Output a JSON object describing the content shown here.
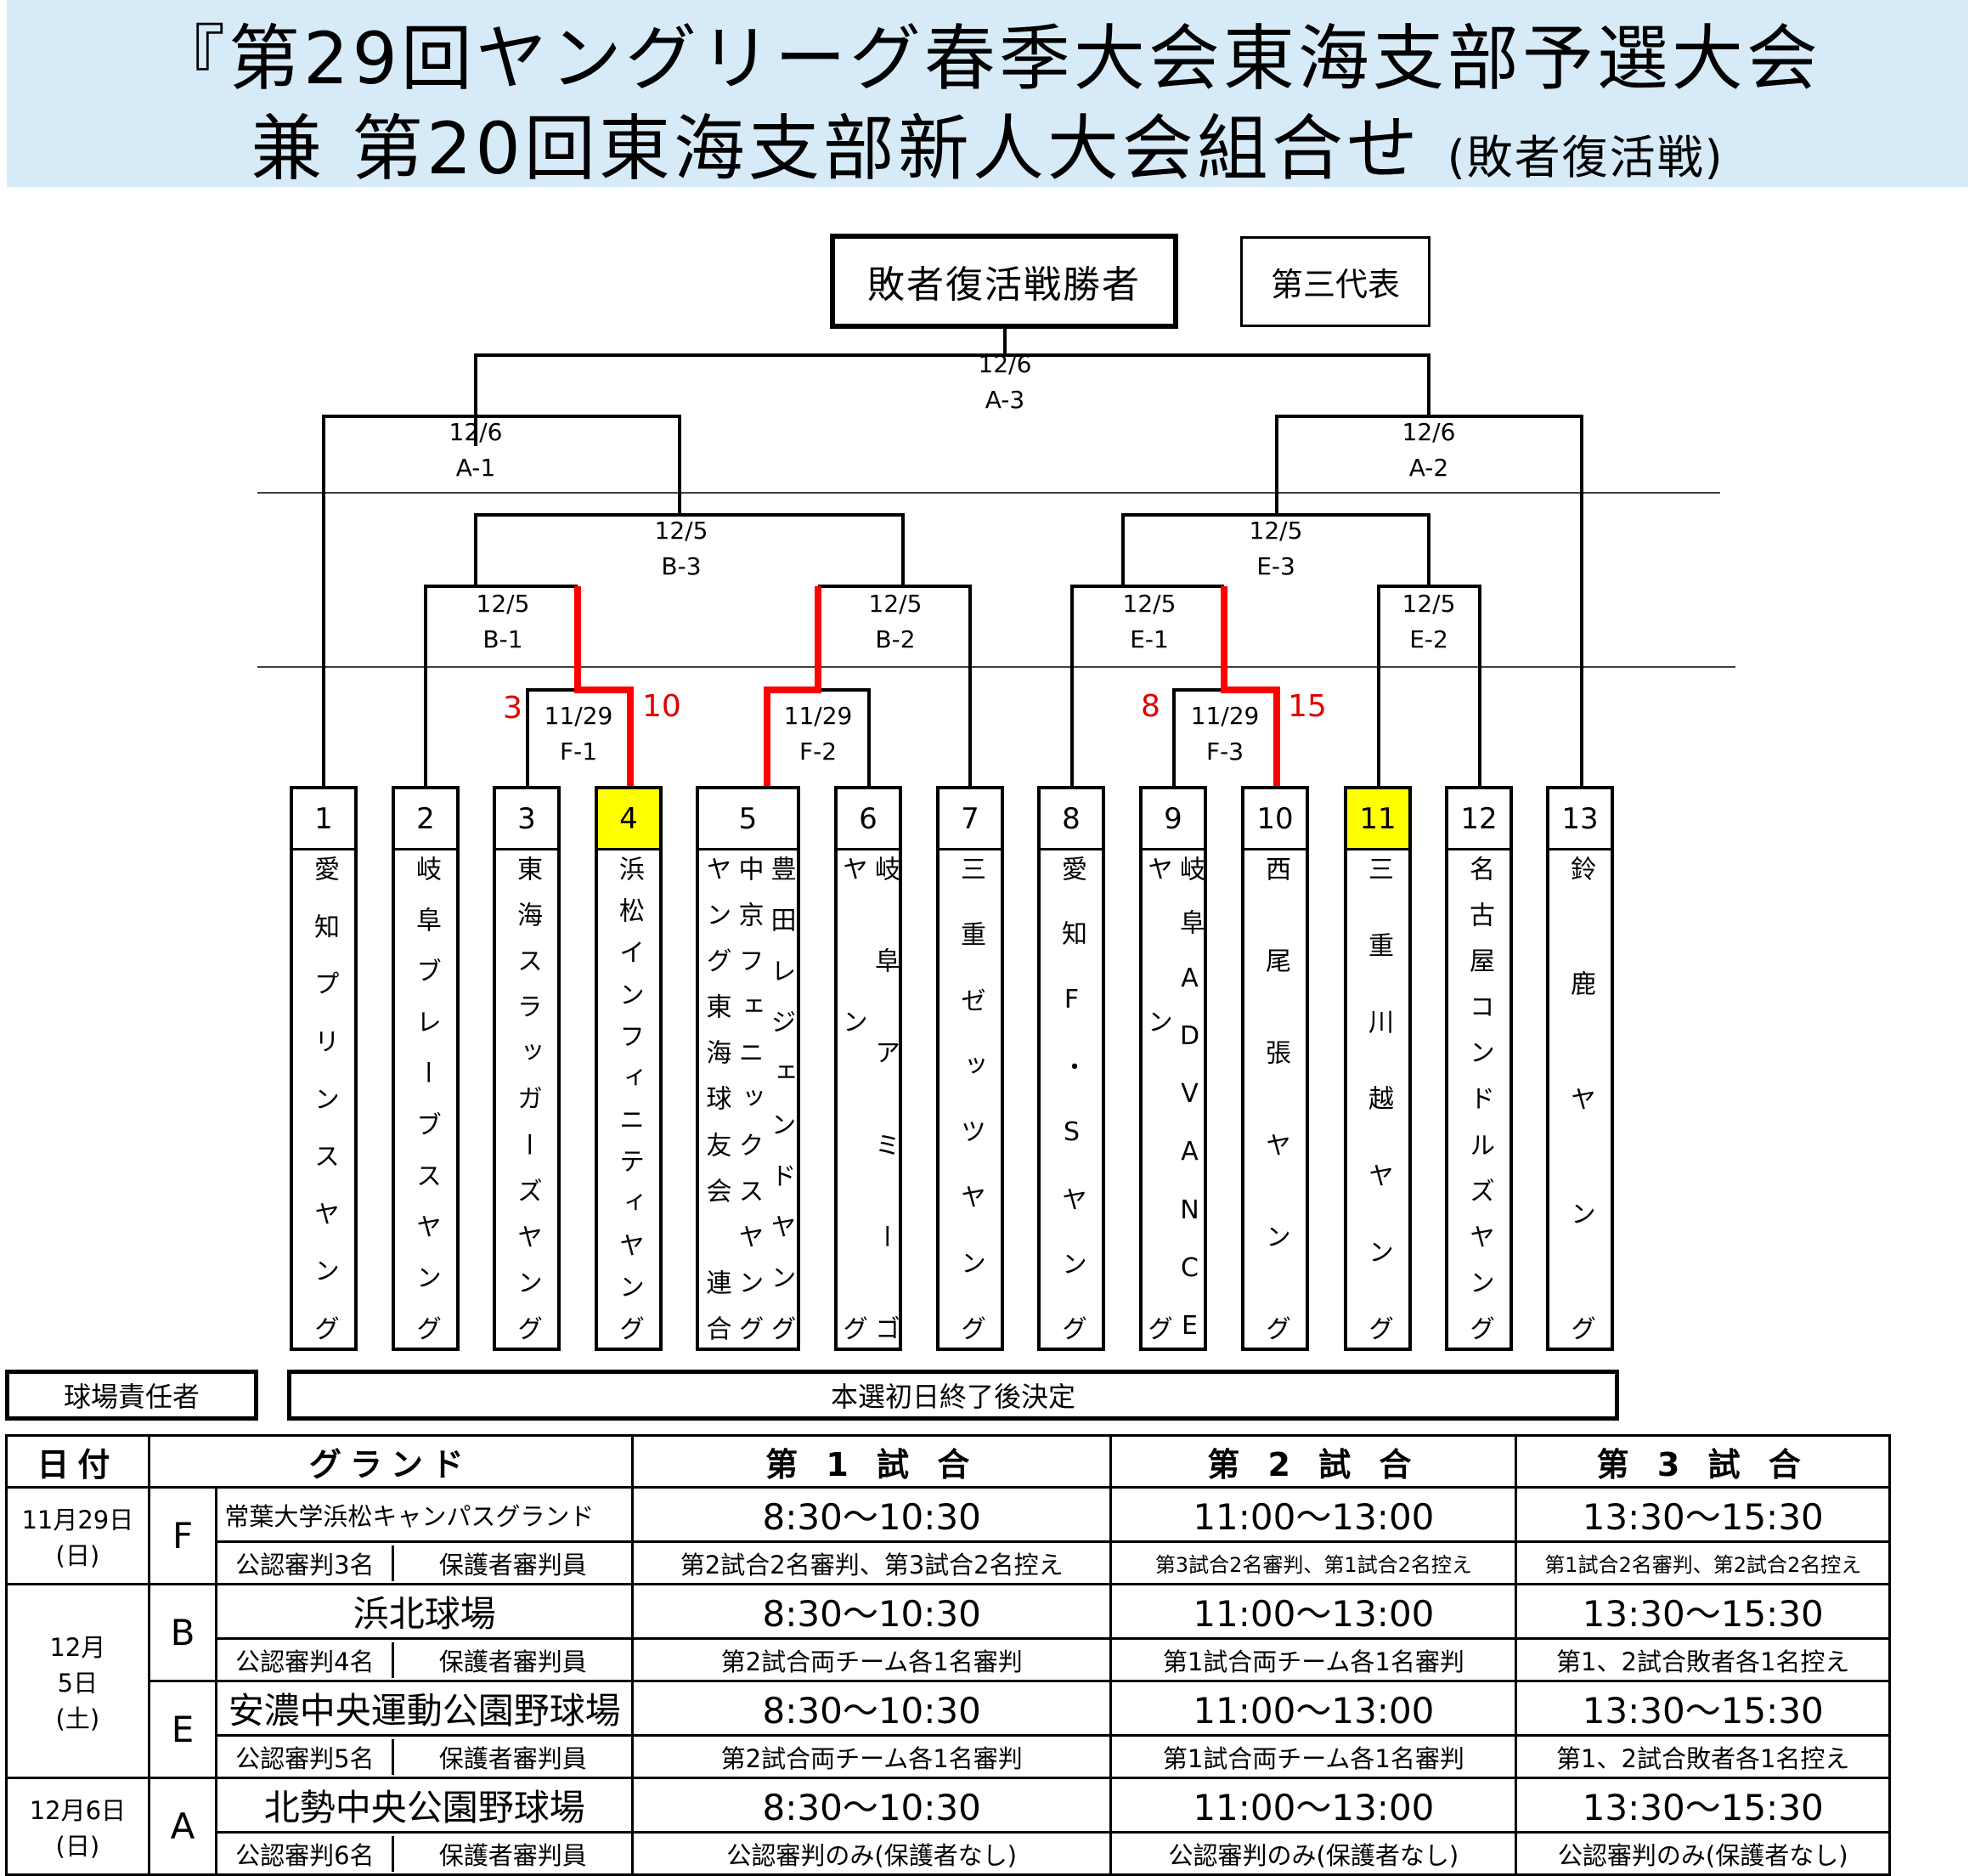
{
  "title": {
    "line1": "『第29回ヤングリーグ春季大会東海支部予選大会",
    "line2": "兼 第20回東海支部新人大会組合せ",
    "line2_note": "(敗者復活戦)"
  },
  "bracket": {
    "winner_label": "敗者復活戦勝者",
    "third_label": "第三代表",
    "rounds": {
      "a3": [
        "12/6",
        "A-3"
      ],
      "a1": [
        "12/6",
        "A-1"
      ],
      "a2": [
        "12/6",
        "A-2"
      ],
      "b3": [
        "12/5",
        "B-3"
      ],
      "e3": [
        "12/5",
        "E-3"
      ],
      "b1": [
        "12/5",
        "B-1"
      ],
      "b2": [
        "12/5",
        "B-2"
      ],
      "e1": [
        "12/5",
        "E-1"
      ],
      "e2": [
        "12/5",
        "E-2"
      ],
      "f1": [
        "11/29",
        "F-1"
      ],
      "f2": [
        "11/29",
        "F-2"
      ],
      "f3": [
        "11/29",
        "F-3"
      ]
    },
    "scores": {
      "f1_left": "3",
      "f1_right": "10",
      "f3_left": "8",
      "f3_right": "15"
    },
    "teams": [
      {
        "num": "1",
        "cols": [
          "愛知プリンスヤング"
        ]
      },
      {
        "num": "2",
        "cols": [
          "岐阜ブレーブスヤング"
        ]
      },
      {
        "num": "3",
        "cols": [
          "東海スラッガーズヤング"
        ]
      },
      {
        "num": "4",
        "cols": [
          "浜松インフィニティヤング"
        ]
      },
      {
        "num": "5",
        "cols": [
          "豊田レジェンドヤング",
          "中京フェニックスヤング",
          "ヤング東海球友会 連合"
        ]
      },
      {
        "num": "6",
        "cols": [
          "岐阜アミーゴ",
          "ヤン グ"
        ]
      },
      {
        "num": "7",
        "cols": [
          "三重ゼッツヤング"
        ]
      },
      {
        "num": "8",
        "cols": [
          "愛知F・Sヤング"
        ]
      },
      {
        "num": "9",
        "cols": [
          "岐阜ADVANCE",
          "ヤン グ"
        ]
      },
      {
        "num": "10",
        "cols": [
          "西尾張ヤング"
        ]
      },
      {
        "num": "11",
        "cols": [
          "三重川越ヤング"
        ]
      },
      {
        "num": "12",
        "cols": [
          "名古屋コンドルズヤング"
        ]
      },
      {
        "num": "13",
        "cols": [
          "鈴鹿ヤング"
        ]
      }
    ],
    "highlight_color": "#ffff00",
    "win_line_color": "#ff0000"
  },
  "responsible": {
    "label": "球場責任者",
    "value": "本選初日終了後決定"
  },
  "schedule": {
    "headers": [
      "日付",
      "グランド",
      "第 1 試 合",
      "第 2 試 合",
      "第 3 試 合"
    ],
    "rows": [
      {
        "date": [
          "11月29日",
          "(日)"
        ],
        "letter": "F",
        "ground": "常葉大学浜松キャンパスグランド",
        "umpire": "公認審判3名",
        "guardian": "保護者審判員",
        "times": [
          "8:30〜10:30",
          "11:00〜13:00",
          "13:30〜15:30"
        ],
        "notes": [
          "第2試合2名審判、第3試合2名控え",
          "第3試合2名審判、第1試合2名控え",
          "第1試合2名審判、第2試合2名控え"
        ]
      },
      {
        "date": [
          "12月",
          "5日",
          "(土)"
        ],
        "letter": "B",
        "ground": "浜北球場",
        "umpire": "公認審判4名",
        "guardian": "保護者審判員",
        "times": [
          "8:30〜10:30",
          "11:00〜13:00",
          "13:30〜15:30"
        ],
        "notes": [
          "第2試合両チーム各1名審判",
          "第1試合両チーム各1名審判",
          "第1、2試合敗者各1名控え"
        ]
      },
      {
        "letter": "E",
        "ground": "安濃中央運動公園野球場",
        "umpire": "公認審判5名",
        "guardian": "保護者審判員",
        "times": [
          "8:30〜10:30",
          "11:00〜13:00",
          "13:30〜15:30"
        ],
        "notes": [
          "第2試合両チーム各1名審判",
          "第1試合両チーム各1名審判",
          "第1、2試合敗者各1名控え"
        ]
      },
      {
        "date": [
          "12月6日",
          "(日)"
        ],
        "letter": "A",
        "ground": "北勢中央公園野球場",
        "umpire": "公認審判6名",
        "guardian": "保護者審判員",
        "times": [
          "8:30〜10:30",
          "11:00〜13:00",
          "13:30〜15:30"
        ],
        "notes": [
          "公認審判のみ(保護者なし)",
          "公認審判のみ(保護者なし)",
          "公認審判のみ(保護者なし)"
        ]
      }
    ]
  }
}
